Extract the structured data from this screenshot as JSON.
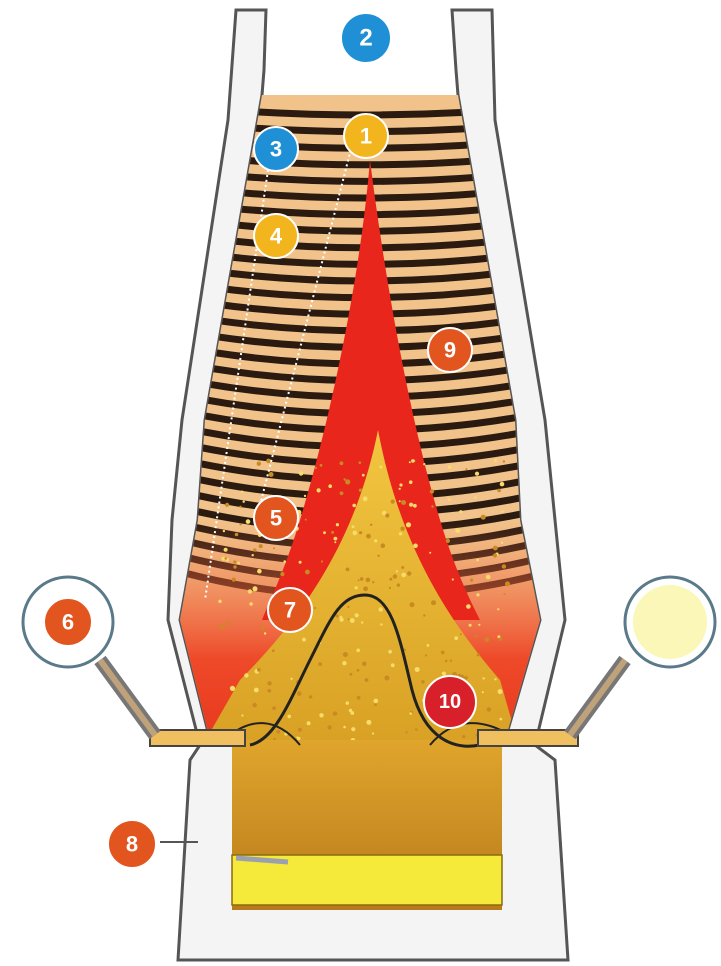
{
  "diagram": {
    "markers": [
      {
        "id": "m1",
        "label": "1",
        "color": "#f2b51e"
      },
      {
        "id": "m2",
        "label": "2",
        "color": "#1f8fd6"
      },
      {
        "id": "m3",
        "label": "3",
        "color": "#1f8fd6"
      },
      {
        "id": "m4",
        "label": "4",
        "color": "#f2b51e"
      },
      {
        "id": "m5",
        "label": "5",
        "color": "#e2551f"
      },
      {
        "id": "m6",
        "label": "6",
        "color": "#e2551f"
      },
      {
        "id": "m7",
        "label": "7",
        "color": "#e2551f"
      },
      {
        "id": "m8",
        "label": "8",
        "color": "#e2551f"
      },
      {
        "id": "m9",
        "label": "9",
        "color": "#e2551f"
      },
      {
        "id": "m10",
        "label": "10",
        "color": "#d8202a"
      }
    ],
    "colors": {
      "shell": "#f4f4f4",
      "shell_outline": "#555555",
      "charge_light": "#f1c28a",
      "charge_dark": "#2a1a10",
      "flame": "#e8261c",
      "coke": "#e8b52a",
      "hearth": "#c98a22",
      "slag": "#f5e93a",
      "tuyere": "#f0c060"
    }
  }
}
